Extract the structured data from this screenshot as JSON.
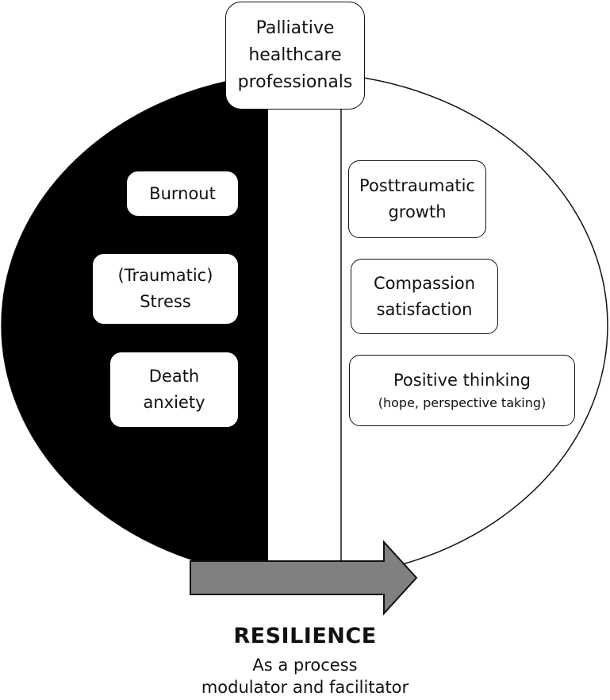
{
  "top": {
    "label": "Palliative healthcare professionals"
  },
  "left_boxes": [
    {
      "lines": [
        "Burnout"
      ]
    },
    {
      "lines": [
        "(Traumatic)",
        "Stress"
      ]
    },
    {
      "lines": [
        "Death",
        "anxiety"
      ]
    }
  ],
  "right_boxes": [
    {
      "lines": [
        "Posttraumatic",
        "growth"
      ]
    },
    {
      "lines": [
        "Compassion",
        "satisfaction"
      ]
    },
    {
      "lines": [
        "Positive thinking"
      ],
      "sub": "(hope, perspective taking)"
    }
  ],
  "bottom": {
    "title": "RESILIENCE",
    "line1": "As a process",
    "line2": "modulator and facilitator"
  },
  "colors": {
    "dark_half": "#000000",
    "arrow_fill": "#808080",
    "outline": "#111111"
  }
}
